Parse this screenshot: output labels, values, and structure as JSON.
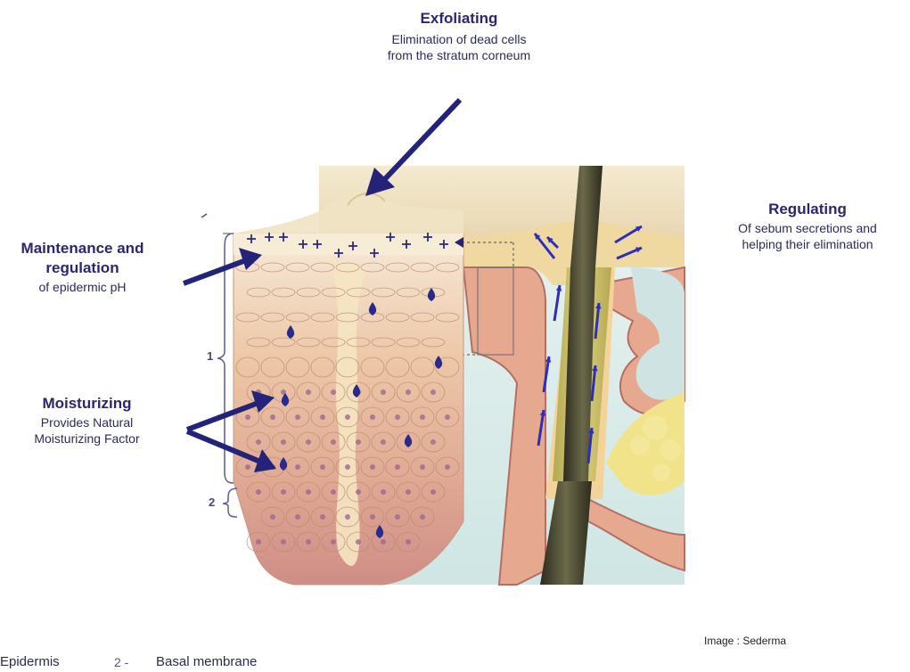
{
  "labels": {
    "exfoliating": {
      "title": "Exfoliating",
      "line1": "Elimination of dead cells",
      "line2": "from the stratum corneum"
    },
    "regulating": {
      "title": "Regulating",
      "line1": "Of sebum secretions and",
      "line2": "helping their elimination"
    },
    "maintenance": {
      "title_line1": "Maintenance and",
      "title_line2": "regulation",
      "sub": "of epidermic pH"
    },
    "moisturizing": {
      "title": "Moisturizing",
      "line1": "Provides Natural",
      "line2": "Moisturizing Factor"
    }
  },
  "layer_markers": {
    "one": "1",
    "two": "2"
  },
  "footer": {
    "credit": "Image : Sederma",
    "legend_1": "Epidermis",
    "legend_2_num": "2 -",
    "legend_2_text": "Basal membrane"
  },
  "colors": {
    "title": "#2a2670",
    "arrow": "#24237a",
    "droplet": "#2a2a8c",
    "hair_arrow": "#2e2fb8"
  }
}
